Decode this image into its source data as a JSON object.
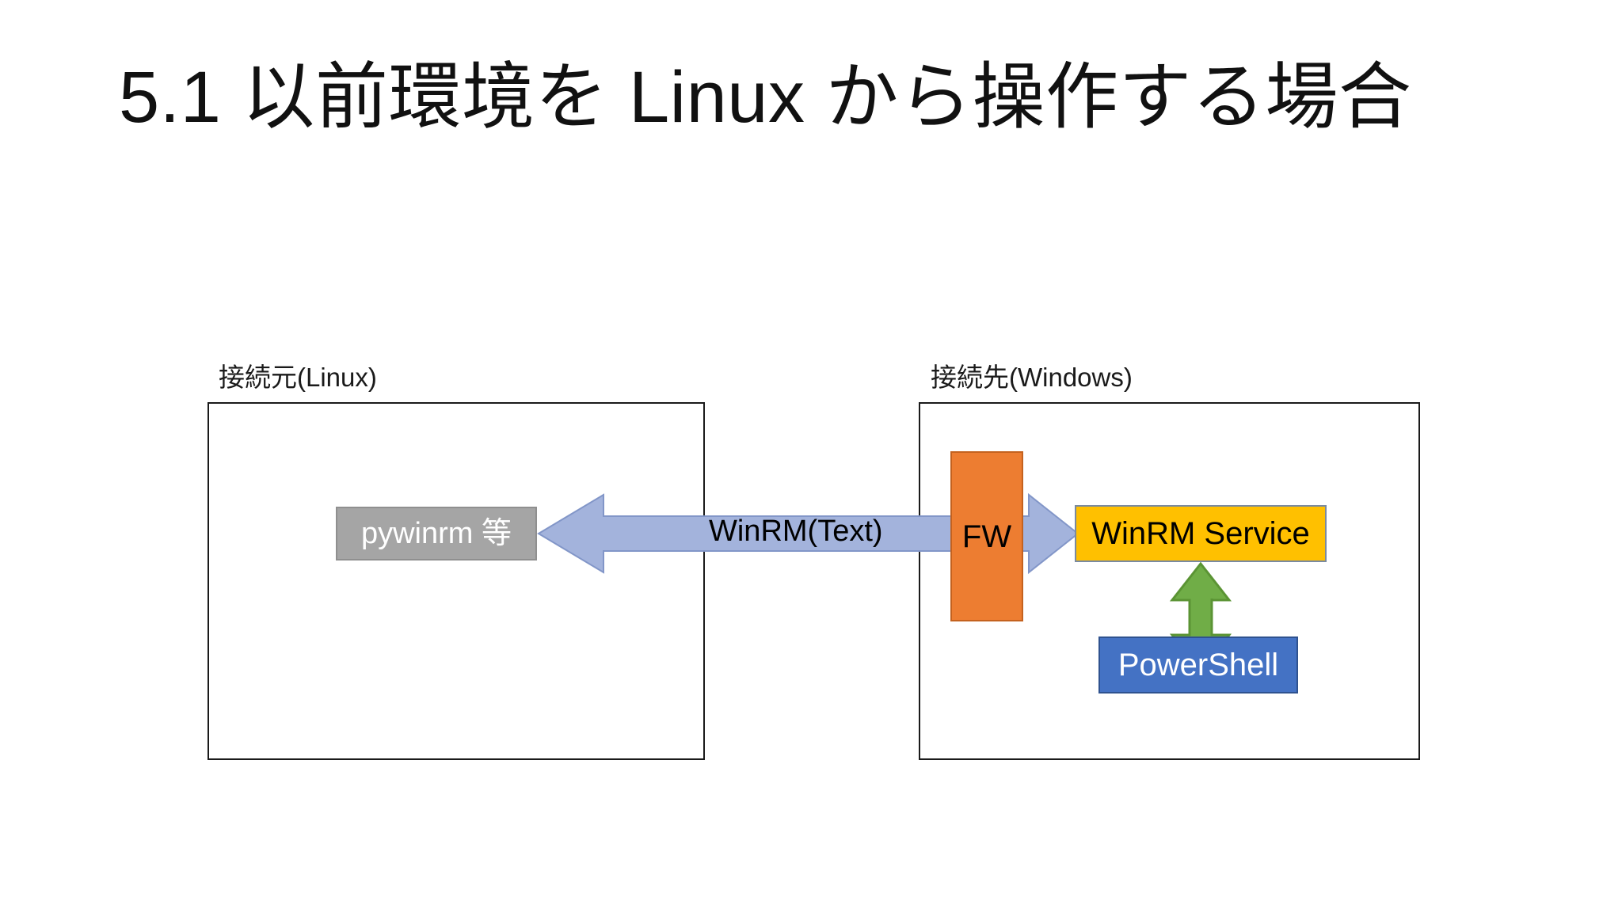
{
  "slide": {
    "title": "5.1 以前環境を Linux から操作する場合",
    "background": "#FFFFFF"
  },
  "zones": {
    "left": {
      "label": "接続元(Linux)",
      "border_color": "#1A1A1A"
    },
    "right": {
      "label": "接続先(Windows)",
      "border_color": "#1A1A1A"
    }
  },
  "nodes": {
    "pywinrm": {
      "label": "pywinrm 等",
      "fill": "#A5A5A5",
      "text_color": "#FFFFFF"
    },
    "firewall": {
      "label": "FW",
      "fill": "#ED7D31",
      "text_color": "#000000"
    },
    "winrm_service": {
      "label": "WinRM Service",
      "fill": "#FFC000",
      "text_color": "#000000"
    },
    "powershell": {
      "label": "PowerShell",
      "fill": "#4472C4",
      "text_color": "#FFFFFF"
    }
  },
  "connectors": {
    "winrm_text": {
      "label": "WinRM(Text)",
      "fill": "#A3B3DC",
      "direction": "left",
      "from": "WinRM Service",
      "to": "pywinrm 等"
    },
    "fw_to_service": {
      "label": "",
      "fill": "#A3B3DC",
      "direction": "right",
      "from": "FW",
      "to": "WinRM Service"
    },
    "service_to_powershell": {
      "label": "",
      "fill": "#70AD47",
      "direction": "both",
      "from": "WinRM Service",
      "to": "PowerShell"
    }
  }
}
